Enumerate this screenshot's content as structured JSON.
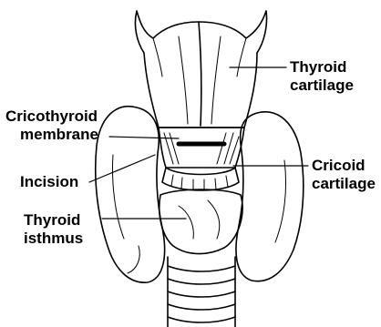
{
  "labels": {
    "thyroid_cartilage": {
      "line1": "Thyroid",
      "line2": "cartilage"
    },
    "cricothyroid_membrane": {
      "line1": "Cricothyroid",
      "line2": "membrane"
    },
    "incision": {
      "line1": "Incision"
    },
    "cricoid_cartilage": {
      "line1": "Cricoid",
      "line2": "cartilage"
    },
    "thyroid_isthmus": {
      "line1": "Thyroid",
      "line2": "isthmus"
    }
  },
  "colors": {
    "ink": "#000000",
    "paper": "#ffffff"
  }
}
